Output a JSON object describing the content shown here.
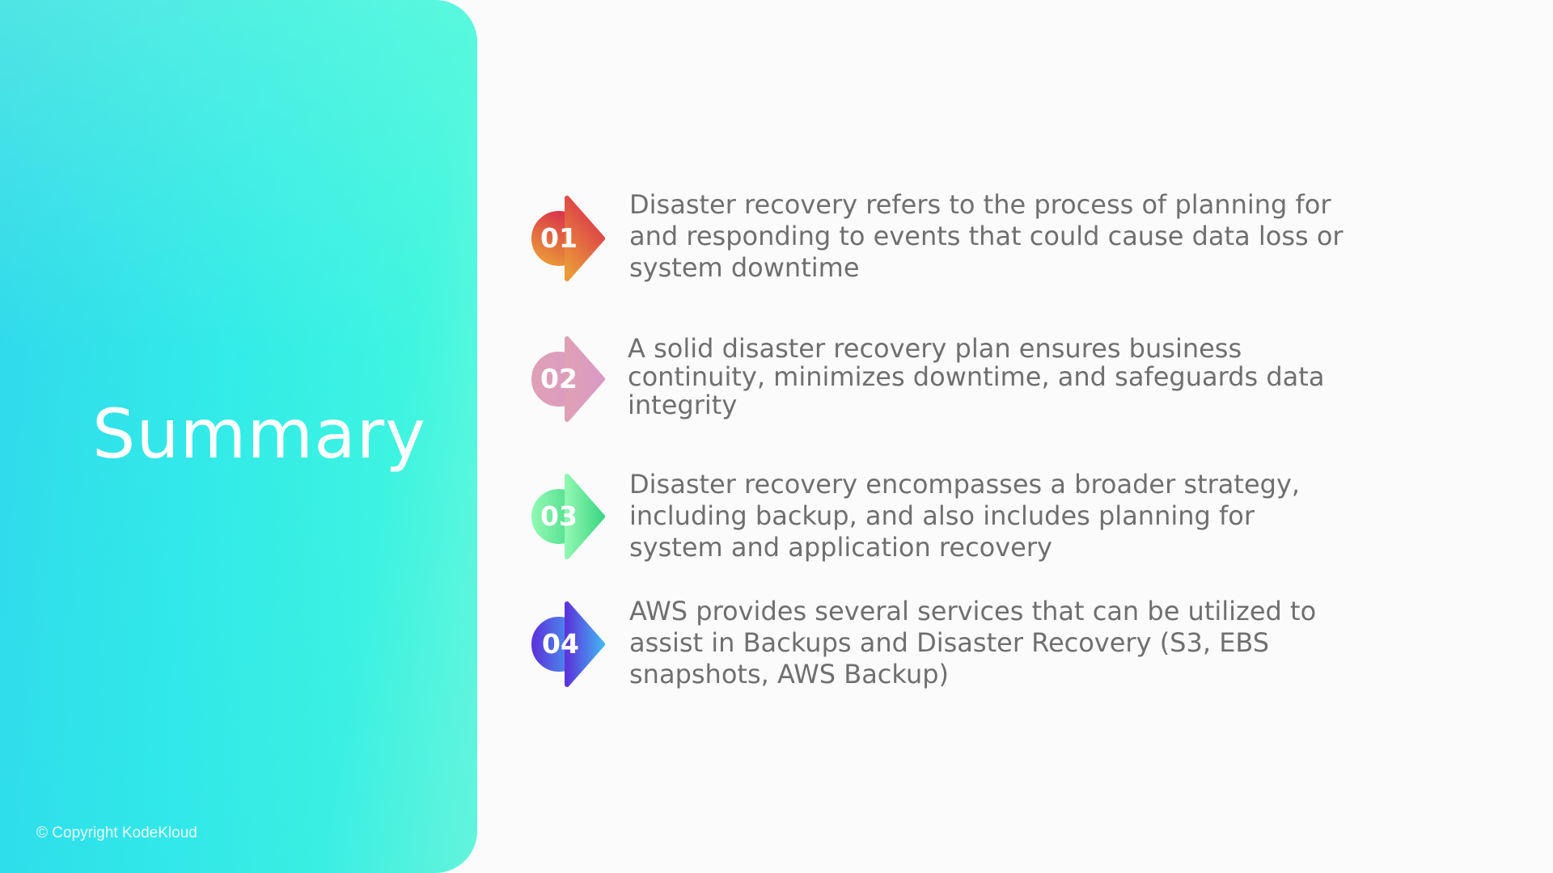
{
  "title": "Summary",
  "copyright": "© Copyright KodeKloud",
  "items": [
    {
      "number": "01",
      "icon": "arrow-badge-icon",
      "colors": [
        "#d9304c",
        "#ea9a38"
      ],
      "lines": [
        "Disaster recovery refers to the process of planning for",
        "and responding to events that could cause data loss or",
        "system downtime"
      ]
    },
    {
      "number": "02",
      "icon": "arrow-badge-icon",
      "colors": [
        "#d99ac6",
        "#dfa0b4"
      ],
      "lines": [
        "A solid disaster recovery plan ensures business",
        "continuity, minimizes downtime, and safeguards data",
        "integrity"
      ]
    },
    {
      "number": "03",
      "icon": "arrow-badge-icon",
      "colors": [
        "#3dd685",
        "#8ff7b0"
      ],
      "lines": [
        "Disaster recovery encompasses a broader strategy,",
        "including backup, and also includes planning for",
        "system and application recovery"
      ]
    },
    {
      "number": "04",
      "icon": "arrow-badge-icon",
      "colors": [
        "#5a36dc",
        "#45b2f2"
      ],
      "lines": [
        "AWS provides several services that can be utilized to",
        "assist in Backups and Disaster Recovery (S3, EBS",
        "snapshots, AWS Backup)"
      ]
    }
  ]
}
